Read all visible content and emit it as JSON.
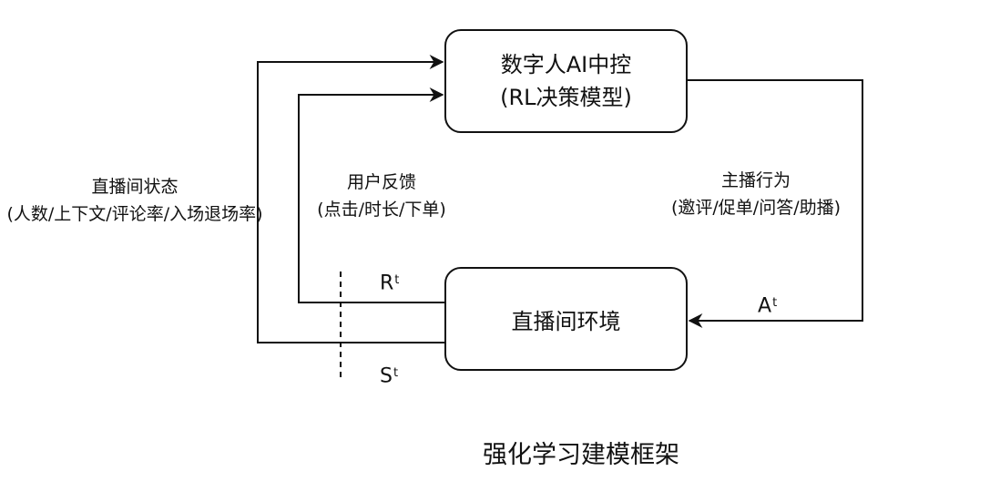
{
  "nodes": {
    "controller": {
      "line1": "数字人AI中控",
      "line2": "(RL决策模型)"
    },
    "environment": {
      "label": "直播间环境"
    }
  },
  "edges": {
    "state": {
      "title": "直播间状态",
      "detail": "(人数/上下文/评论率/入场退场率)",
      "symbol": "S",
      "symbol_sub": "t"
    },
    "feedback": {
      "title": "用户反馈",
      "detail": "(点击/时长/下单)",
      "symbol": "R",
      "symbol_sub": "t"
    },
    "action": {
      "title": "主播行为",
      "detail": "(邀评/促单/问答/助播)",
      "symbol": "A",
      "symbol_sub": "t"
    }
  },
  "caption": "强化学习建模框架",
  "colors": {
    "stroke": "#111111",
    "background": "#ffffff"
  }
}
